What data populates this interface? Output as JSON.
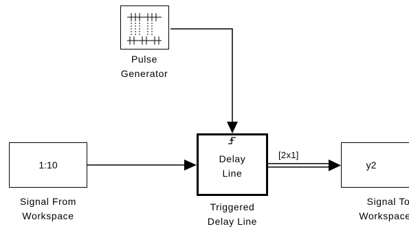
{
  "blocks": {
    "pulse_generator": {
      "label_line1": "Pulse",
      "label_line2": "Generator",
      "icon": "pulse-train-icon"
    },
    "signal_from_workspace": {
      "value": "1:10",
      "label_line1": "Signal From",
      "label_line2": "Workspace"
    },
    "delay_line": {
      "text_line1": "Delay",
      "text_line2": "Line",
      "label_line1": "Triggered",
      "label_line2": "Delay Line",
      "trigger_icon": "rising-edge-trigger-icon"
    },
    "signal_to_workspace": {
      "value": "y2",
      "label_line1": "Signal To",
      "label_line2": "Workspace"
    }
  },
  "signals": {
    "delay_output_dims": "[2x1]"
  },
  "colors": {
    "background": "#ffffff",
    "line": "#000000"
  }
}
